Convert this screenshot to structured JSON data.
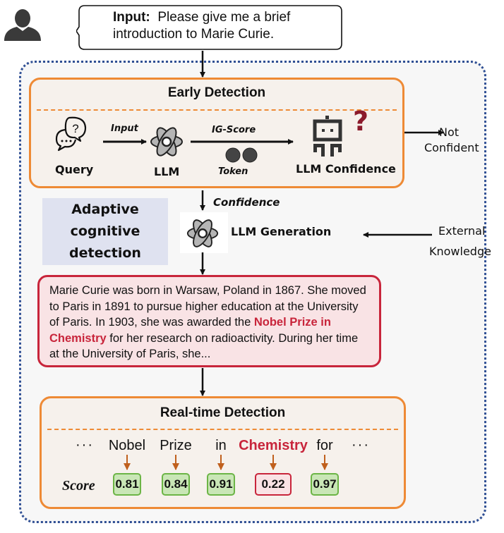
{
  "user_input": {
    "label": "Input:",
    "text_line1": "Please give me a brief",
    "text_line2": "introduction to Marie Curie."
  },
  "early_detection": {
    "title": "Early Detection",
    "query_label": "Query",
    "input_arrow_label": "Input",
    "llm_label": "LLM",
    "ig_score_label": "IG-Score",
    "token_label": "Token",
    "confidence_label": "LLM Confidence",
    "question_mark": "?"
  },
  "not_confident": {
    "line1": "Not",
    "line2": "Confident"
  },
  "confidence_arrow_label": "Confidence",
  "adaptive": {
    "line1": "Adaptive",
    "line2": "cognitive",
    "line3": "detection"
  },
  "llm_generation_label": "LLM Generation",
  "external_knowledge": {
    "line1": "External",
    "line2": "Knowledge"
  },
  "generated_text": {
    "before": "Marie Curie was born in Warsaw, Poland in 1867. She moved to Paris in 1891 to pursue higher education at the University of Paris. In 1903, she was awarded the ",
    "highlight": "Nobel Prize in Chemistry",
    "after": " for her research on radioactivity. During her time at the University of Paris, she..."
  },
  "realtime_detection": {
    "title": "Real-time Detection",
    "score_label": "Score",
    "ellipsis": "···",
    "tokens": [
      {
        "word": "Nobel",
        "score": "0.81",
        "flagged": false
      },
      {
        "word": "Prize",
        "score": "0.84",
        "flagged": false
      },
      {
        "word": "in",
        "score": "0.91",
        "flagged": false
      },
      {
        "word": "Chemistry",
        "score": "0.22",
        "flagged": true
      },
      {
        "word": "for",
        "score": "0.97",
        "flagged": false
      }
    ]
  },
  "colors": {
    "orange": "#ee8a35",
    "red": "#c8253b",
    "green": "#6cb546",
    "dotted_blue": "#2f4f94",
    "question_red": "#8b1a2b"
  }
}
